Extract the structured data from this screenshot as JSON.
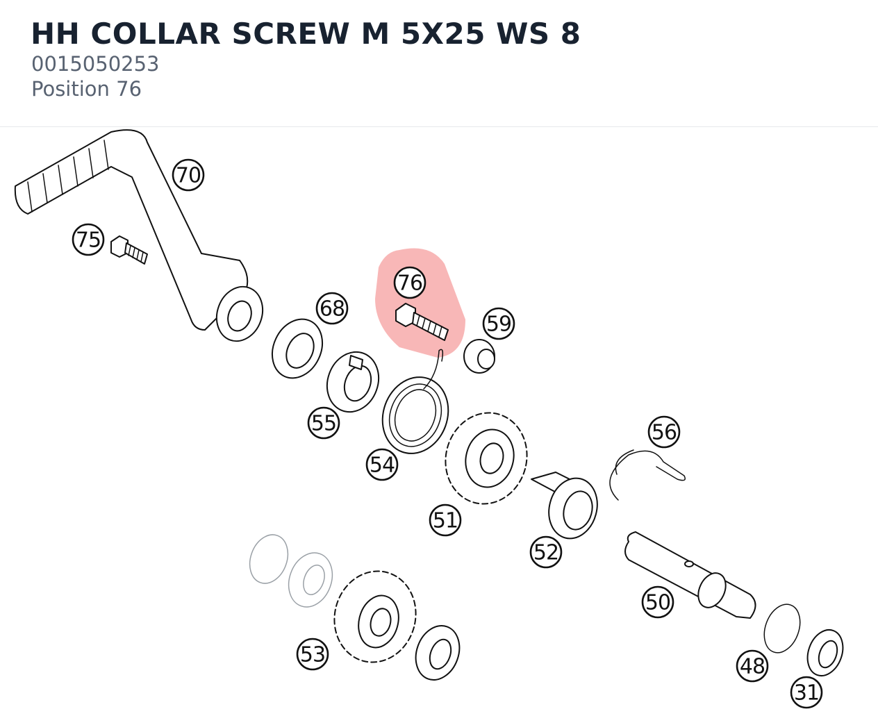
{
  "part": {
    "name": "HH COLLAR SCREW M 5X25 WS 8",
    "number": "0015050253",
    "position_label": "Position 76"
  },
  "diagram": {
    "highlight_color": "#f06060",
    "highlighted_position": "76",
    "callouts": {
      "p70": "70",
      "p75": "75",
      "p76": "76",
      "p68": "68",
      "p59": "59",
      "p55": "55",
      "p54": "54",
      "p56": "56",
      "p51": "51",
      "p52": "52",
      "p50": "50",
      "p53": "53",
      "p48": "48",
      "p31": "31"
    }
  }
}
